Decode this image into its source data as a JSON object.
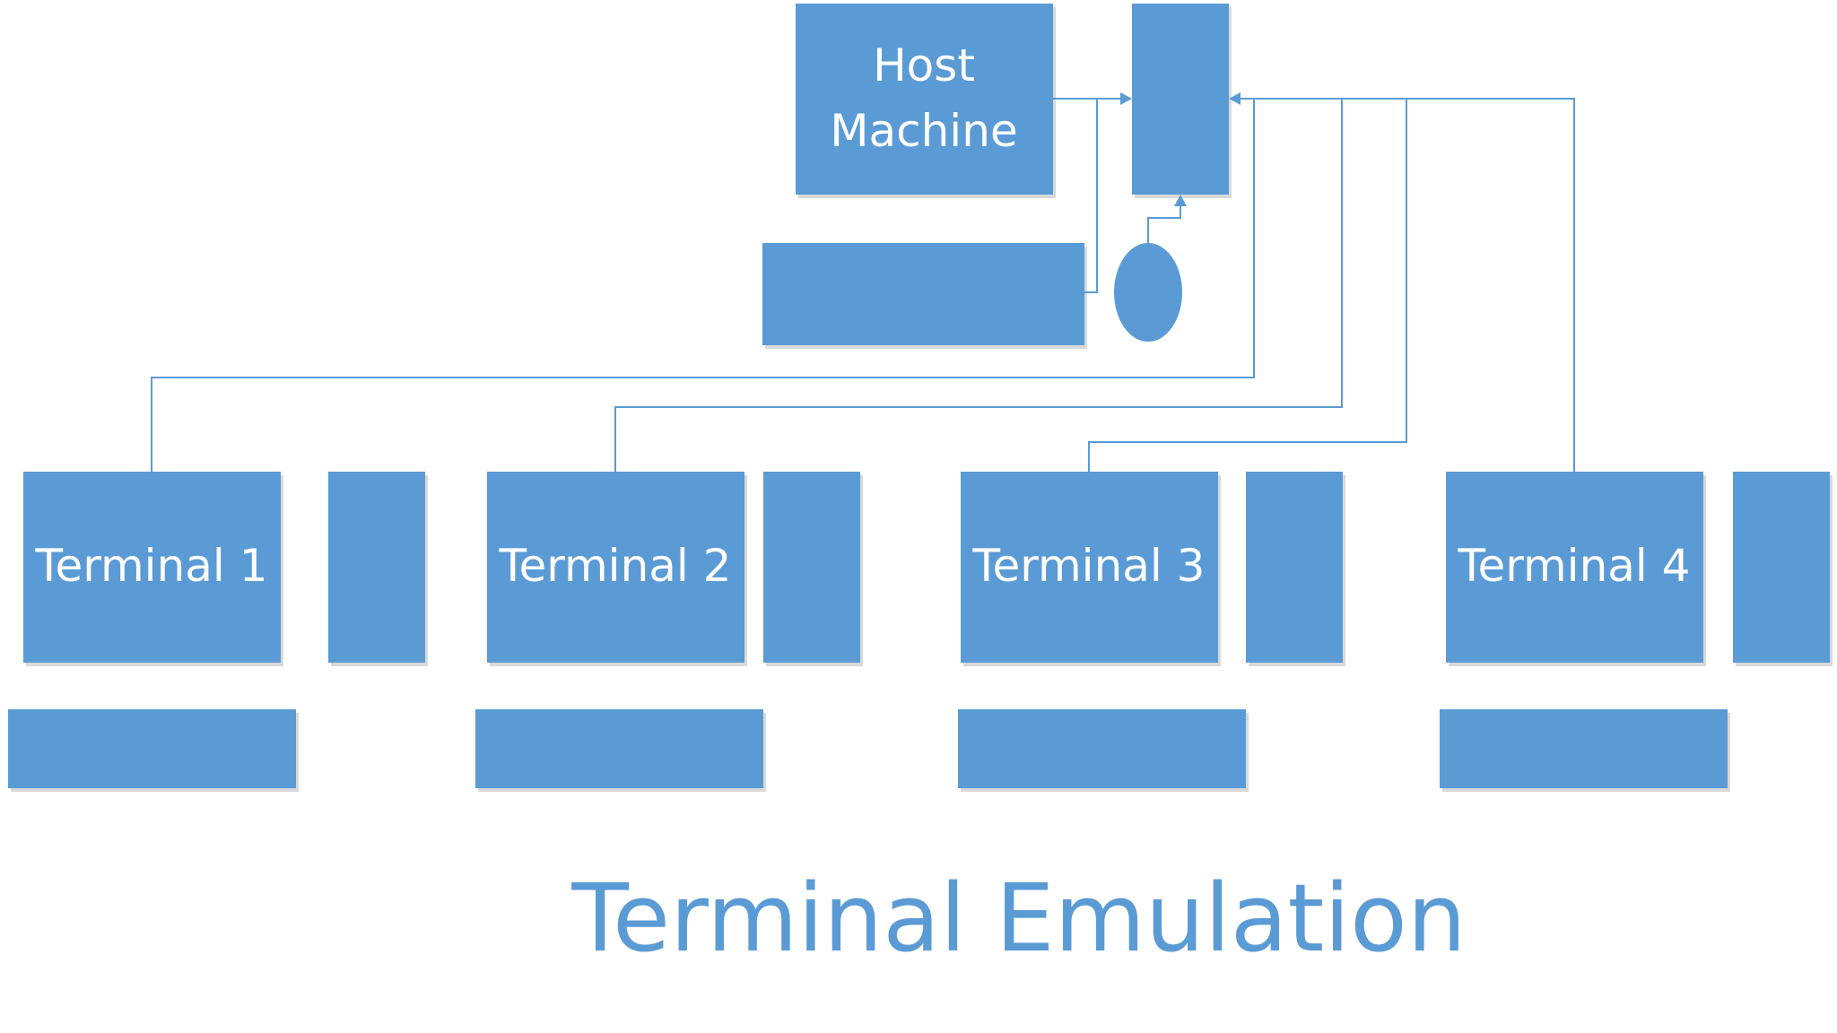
{
  "diagram": {
    "title": "Terminal Emulation",
    "host": {
      "label_line1": "Host",
      "label_line2": "Machine"
    },
    "terminals": [
      {
        "label": "Terminal 1"
      },
      {
        "label": "Terminal 2"
      },
      {
        "label": "Terminal 3"
      },
      {
        "label": "Terminal 4"
      }
    ],
    "colors": {
      "box_fill": "#5b9bd5",
      "connector": "#5b9bd5",
      "label_text": "#ffffff",
      "title_text": "#5b9bd5"
    }
  }
}
